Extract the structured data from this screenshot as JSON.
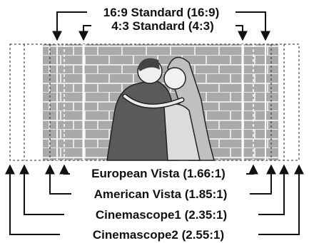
{
  "labels": {
    "top_outer": "16:9 Standard (16:9)",
    "top_inner": "4:3 Standard (4:3)",
    "european": "European Vista (1.66:1)",
    "american": "American Vista (1.85:1)",
    "cinemascope1": "Cinemascope1 (2.35:1)",
    "cinemascope2": "Cinemascope2 (2.55:1)"
  },
  "colors": {
    "ink": "#111111",
    "wall": "#a9a9a9",
    "brick_line": "#e6e6e6",
    "frame_line": "#ffffff"
  },
  "picture": "illustration of an embracing couple in front of a brick wall"
}
